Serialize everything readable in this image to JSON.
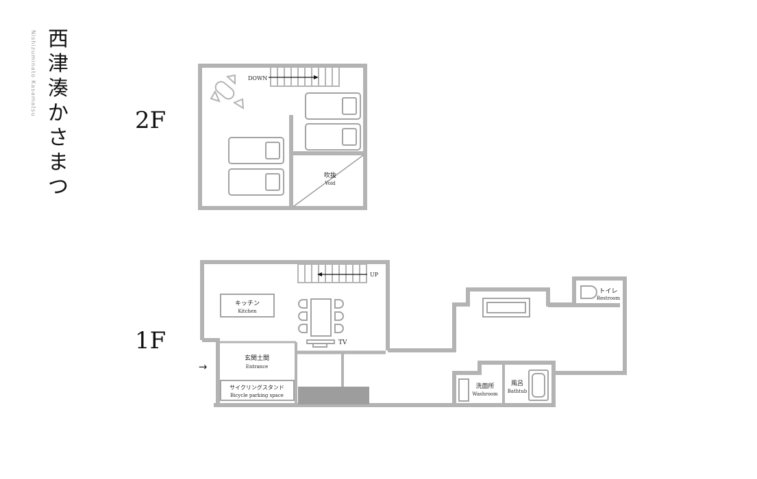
{
  "title": {
    "jp": "西津湊かさまつ",
    "en": "Nishizuminato Kasamatsu"
  },
  "floors": {
    "second": {
      "label": "2F",
      "stairs_label": "DOWN",
      "void_jp": "吹抜",
      "void_en": "Void"
    },
    "first": {
      "label": "1F",
      "stairs_label": "UP",
      "kitchen_jp": "キッチン",
      "kitchen_en": "Kitchen",
      "tv_label": "TV",
      "entrance_jp": "玄関土間",
      "entrance_en": "Entrance",
      "bicycle_jp": "サイクリングスタンド",
      "bicycle_en": "Bicycle parking space",
      "restroom_jp": "トイレ",
      "restroom_en": "Restroom",
      "washroom_jp": "洗面所",
      "washroom_en": "Washroom",
      "bath_jp": "風呂",
      "bath_en": "Bathtub",
      "entry_arrow": "→"
    }
  },
  "colors": {
    "wall": "#b3b3b3",
    "furniture": "#8f8f8f",
    "text": "#222222",
    "fill_dark": "#9d9d9d"
  }
}
